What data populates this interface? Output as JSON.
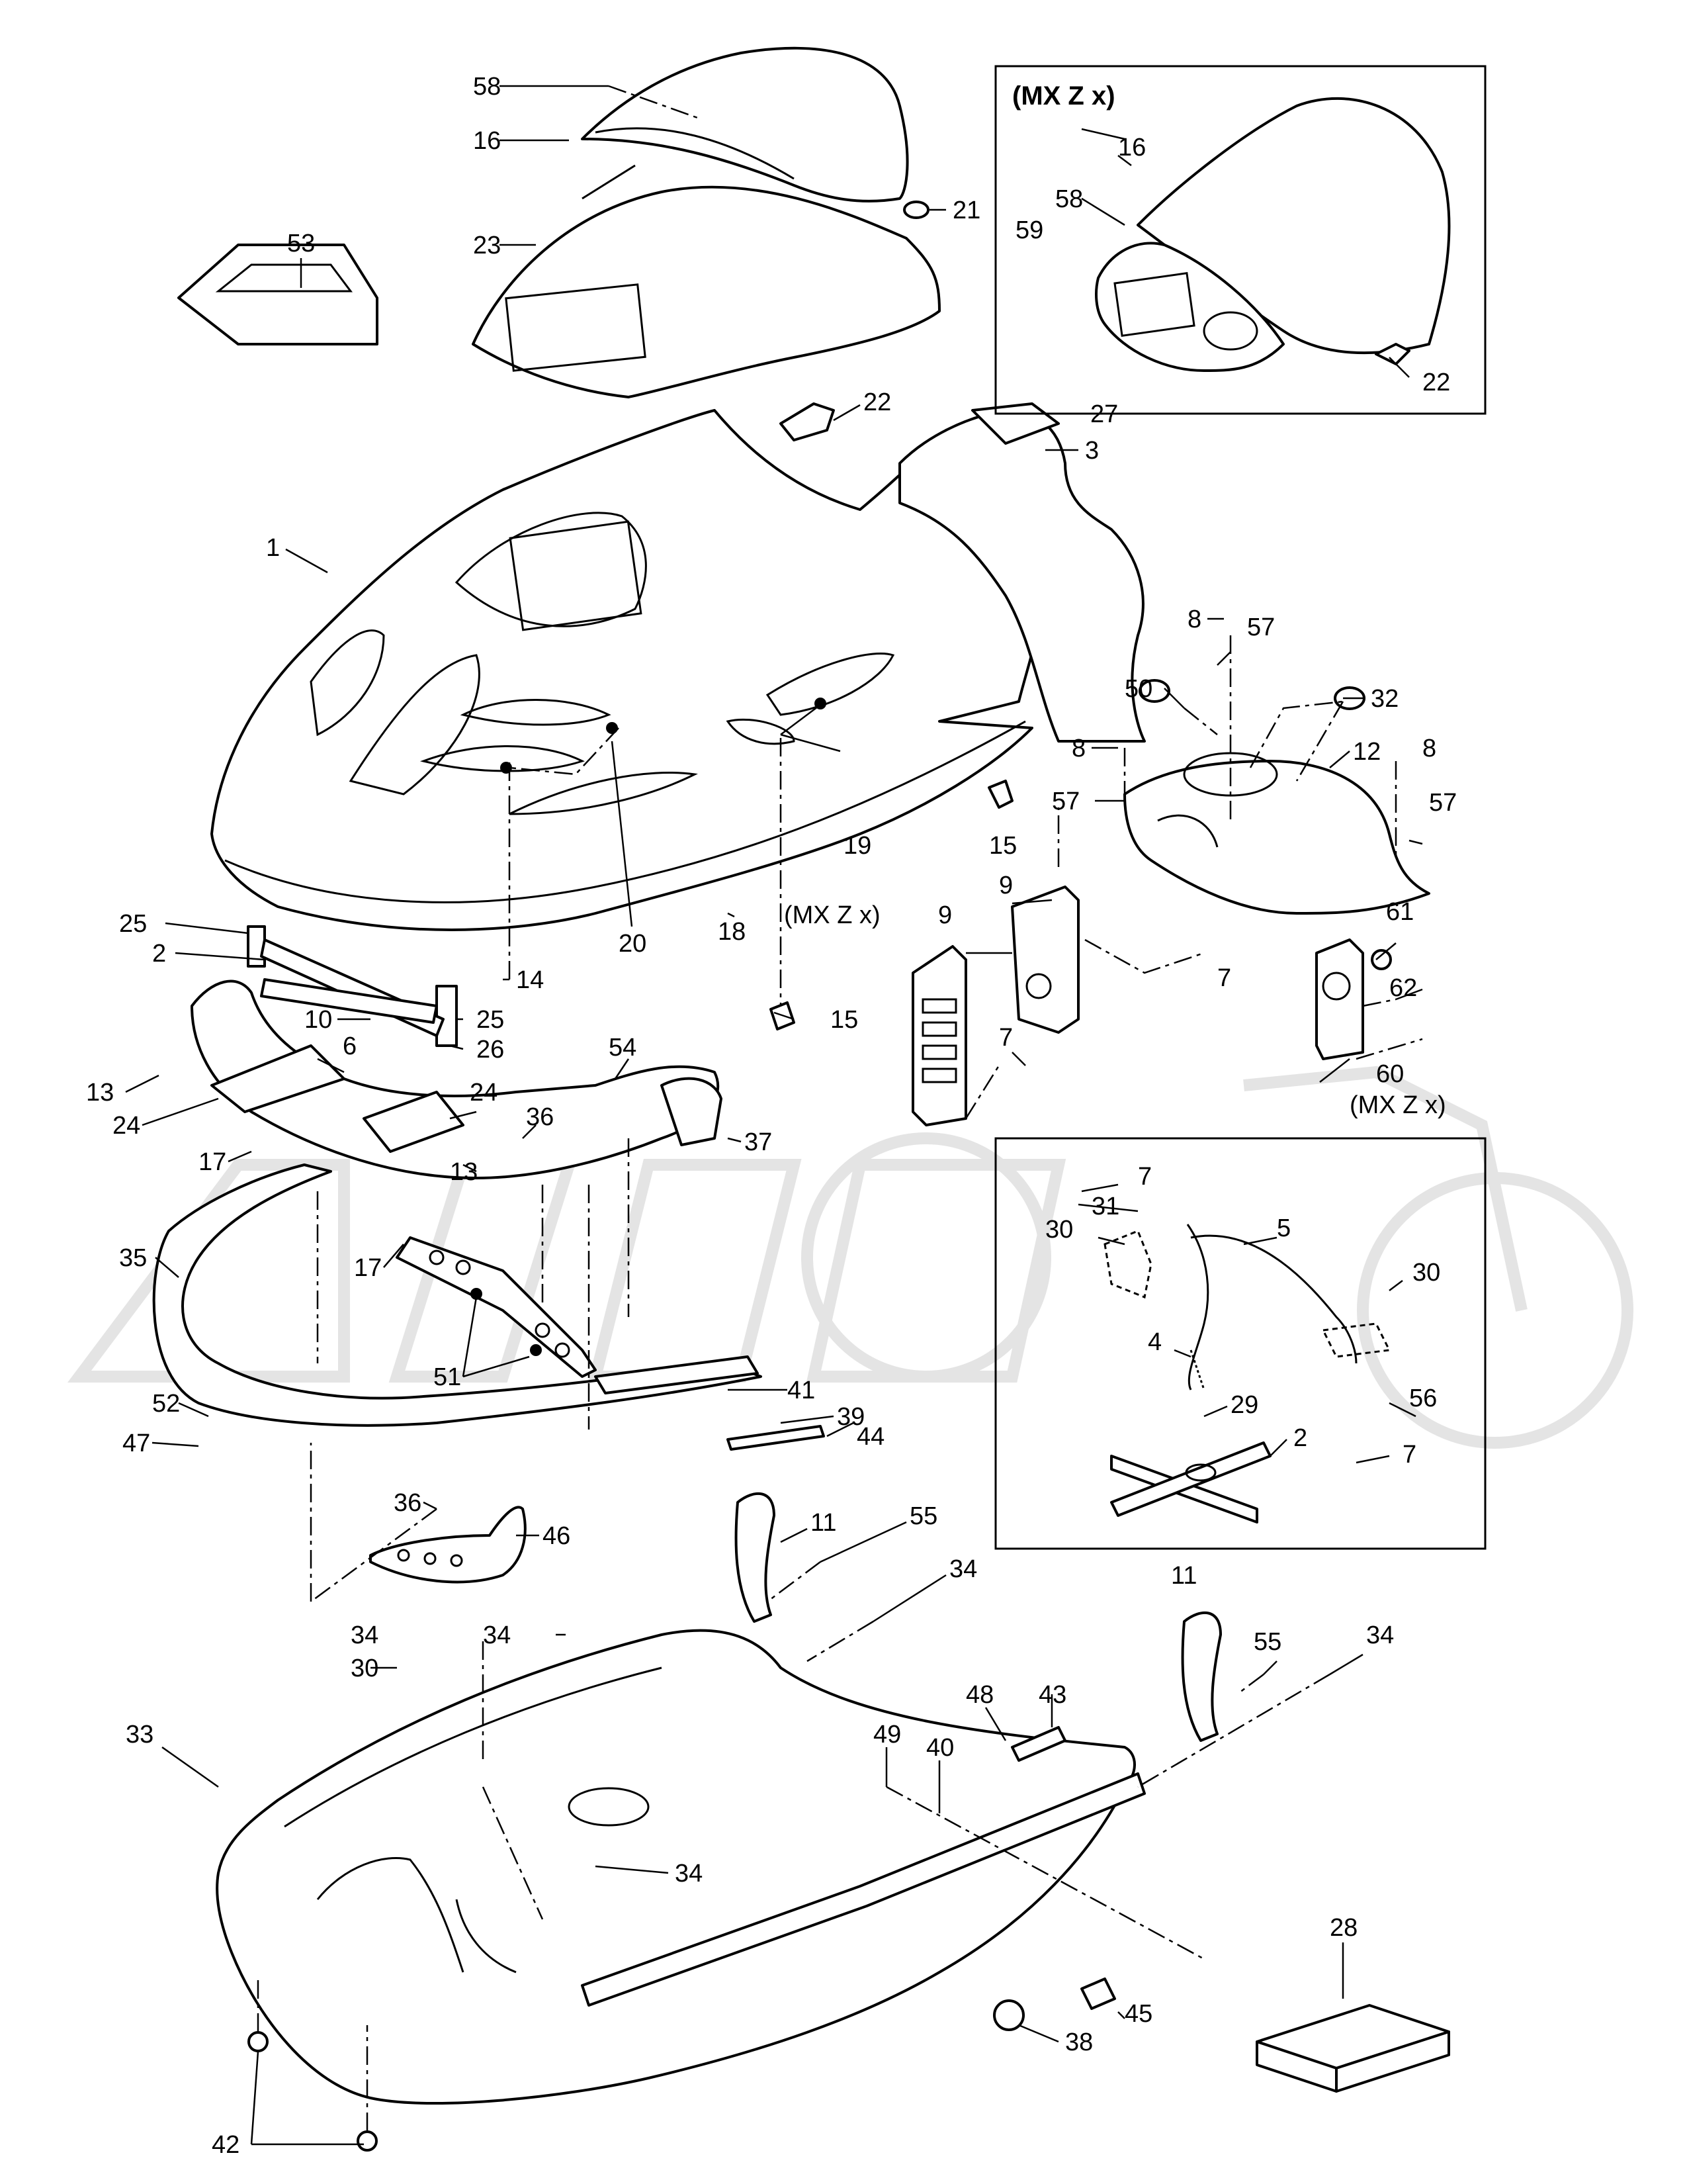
{
  "inset_top": {
    "title": "(MX Z x)",
    "labels": [
      "16",
      "58",
      "59",
      "22"
    ]
  },
  "inset_bottom": {
    "labels": [
      "7",
      "31",
      "30",
      "5",
      "30",
      "4",
      "29",
      "56",
      "2",
      "7"
    ]
  },
  "variant_notes": {
    "left": "(MX Z x)",
    "right": "(MX Z x)"
  },
  "callouts": {
    "c58": "58",
    "c16": "16",
    "c21": "21",
    "c23": "23",
    "c53": "53",
    "c22": "22",
    "c27": "27",
    "c3": "3",
    "c1": "1",
    "c8a": "8",
    "c57a": "57",
    "c50": "50",
    "c32": "32",
    "c8b": "8",
    "c12": "12",
    "c8c": "8",
    "c57b": "57",
    "c57c": "57",
    "c15a": "15",
    "c19": "19",
    "c9a": "9",
    "c9b": "9",
    "c61": "61",
    "c62": "62",
    "c7a": "7",
    "c7b": "7",
    "c60": "60",
    "c25a": "25",
    "c2": "2",
    "c14": "14",
    "c20": "20",
    "c18": "18",
    "c10": "10",
    "c25b": "25",
    "c26": "26",
    "c15b": "15",
    "c13a": "13",
    "c6": "6",
    "c24a": "24",
    "c24b": "24",
    "c54": "54",
    "c36a": "36",
    "c37": "37",
    "c13b": "13",
    "c17a": "17",
    "c17b": "17",
    "c35": "35",
    "c51": "51",
    "c41": "41",
    "c39": "39",
    "c44": "44",
    "c52": "52",
    "c47": "47",
    "c36b": "36",
    "c46": "46",
    "c11a": "11",
    "c55a": "55",
    "c34a": "34",
    "c11b": "11",
    "c55b": "55",
    "c34b": "34",
    "c34c": "34",
    "c34d": "34",
    "c30": "30",
    "c48": "48",
    "c43": "43",
    "c49": "49",
    "c40": "40",
    "c33": "33",
    "c34e": "34",
    "c28": "28",
    "c45": "45",
    "c38": "38",
    "c42": "42"
  }
}
